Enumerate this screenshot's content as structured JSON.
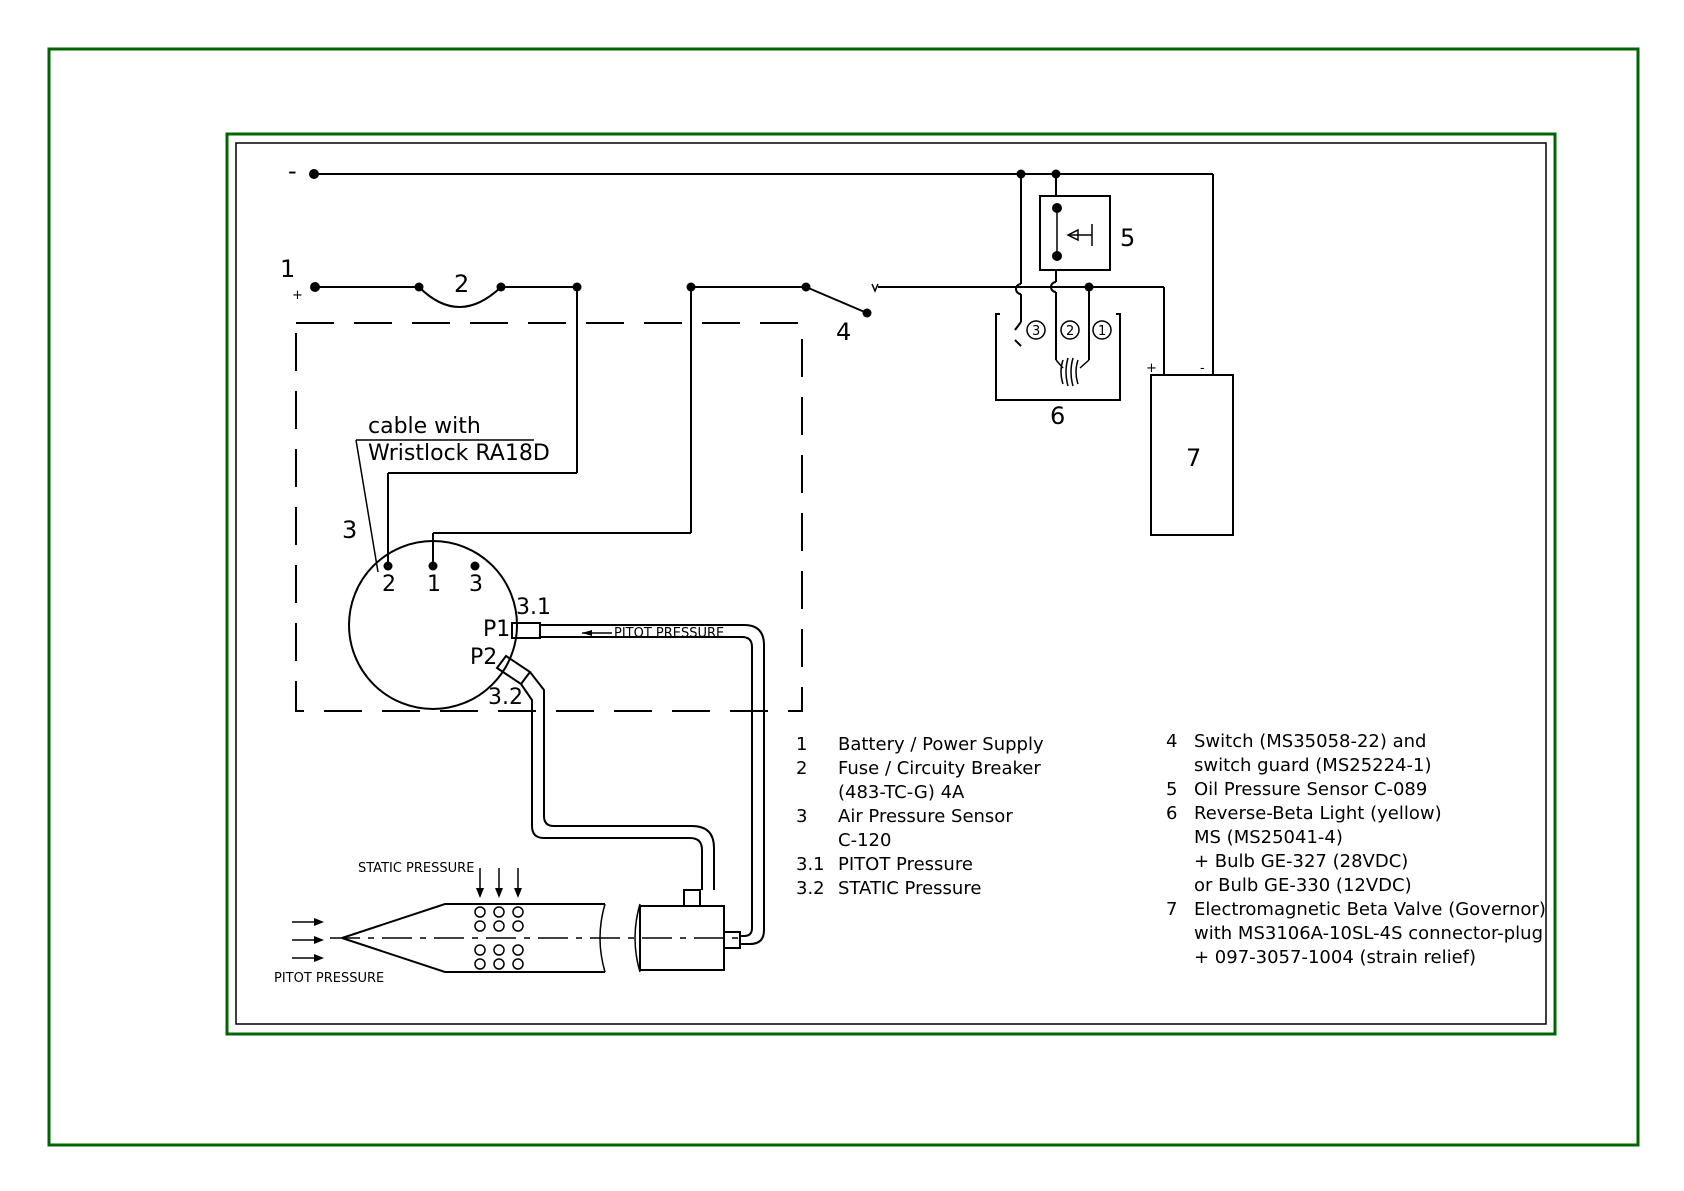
{
  "colors": {
    "frame": "#006400",
    "ink": "#000000",
    "background": "#ffffff"
  },
  "labels": {
    "minus_terminal": "-",
    "plus_terminal": "+",
    "battery_num": "1",
    "fuse_num": "2",
    "sensor_num": "3",
    "switch_num": "4",
    "oil_sensor_num": "5",
    "light_num": "6",
    "valve_num": "7",
    "valve_plus": "+",
    "valve_minus": "-",
    "cable_line1": "cable with",
    "cable_line2": "Wristlock RA18D",
    "pin2": "2",
    "pin1": "1",
    "pin3": "3",
    "p1": "P1",
    "p2": "P2",
    "port_31": "3.1",
    "port_32": "3.2",
    "pitot_arrow_label": "PITOT PRESSURE",
    "static_pressure": "STATIC PRESSURE",
    "pitot_pressure_bottom": "PITOT PRESSURE",
    "light_pin3": "3",
    "light_pin2": "2",
    "light_pin1": "1"
  },
  "legend_left": [
    {
      "num": "1",
      "lines": [
        "Battery / Power Supply"
      ]
    },
    {
      "num": "2",
      "lines": [
        "Fuse / Circuity Breaker",
        "(483-TC-G) 4A"
      ]
    },
    {
      "num": "3",
      "lines": [
        "Air Pressure Sensor",
        "C-120"
      ]
    },
    {
      "num": "3.1",
      "lines": [
        "PITOT Pressure"
      ]
    },
    {
      "num": "3.2",
      "lines": [
        "STATIC Pressure"
      ]
    }
  ],
  "legend_right": [
    {
      "num": "4",
      "lines": [
        "Switch (MS35058-22) and",
        "switch guard (MS25224-1)"
      ]
    },
    {
      "num": "5",
      "lines": [
        "Oil Pressure Sensor C-089"
      ]
    },
    {
      "num": "6",
      "lines": [
        "Reverse-Beta Light (yellow)",
        "MS (MS25041-4)",
        "+ Bulb GE-327 (28VDC)",
        "or Bulb GE-330 (12VDC)"
      ]
    },
    {
      "num": "7",
      "lines": [
        "Electromagnetic Beta Valve (Governor)",
        "with MS3106A-10SL-4S connector-plug",
        "+ 097-3057-1004 (strain relief)"
      ]
    }
  ]
}
